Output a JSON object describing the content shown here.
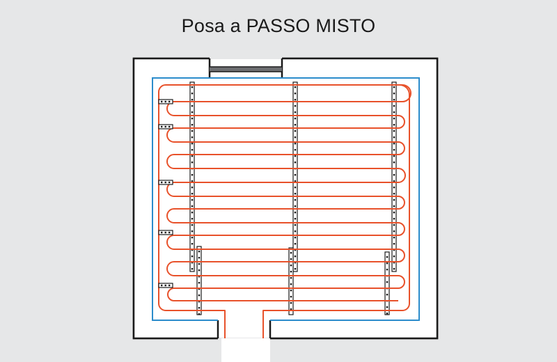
{
  "title": "Posa a PASSO MISTO",
  "colors": {
    "background": "#e6e7e8",
    "room": "#ffffff",
    "wall_outline": "#1a1a1a",
    "insulation_edge": "#2b8ccb",
    "heating_pipe": "#e8512a",
    "rail": "#1a1a1a",
    "door": "#6d6e71"
  },
  "diagram": {
    "subject": "underfloor heating pipe layout",
    "pipe_loops": 8,
    "support_rails": 6,
    "edge_clips": 5
  }
}
